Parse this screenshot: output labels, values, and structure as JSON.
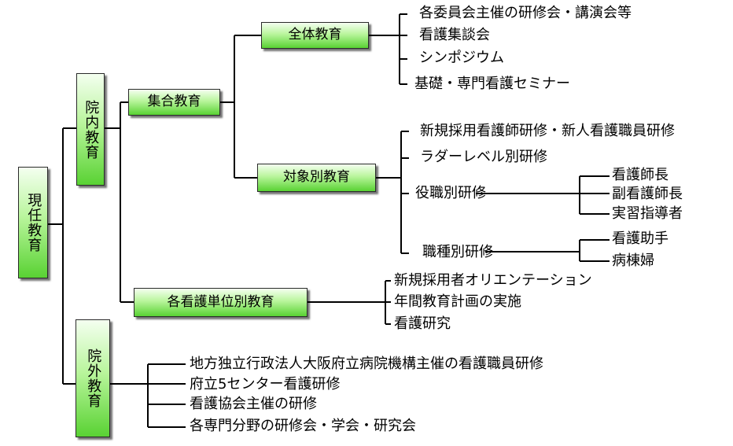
{
  "root": {
    "label": "現任教育"
  },
  "innai": {
    "label": "院内教育",
    "shugo": {
      "label": "集合教育",
      "zentai": {
        "label": "全体教育",
        "items": [
          "各委員会主催の研修会・講演会等",
          "看護集談会",
          "シンポジウム",
          "基礎・専門看護セミナー"
        ]
      },
      "taisho": {
        "label": "対象別教育",
        "items": [
          "新規採用看護師研修・新人看護職員研修",
          "ラダーレベル別研修"
        ],
        "yakushoku": {
          "label": "役職別研修",
          "items": [
            "看護師長",
            "副看護師長",
            "実習指導者"
          ]
        },
        "shokushu": {
          "label": "職種別研修",
          "items": [
            "看護助手",
            "病棟婦"
          ]
        }
      }
    },
    "tani": {
      "label": "各看護単位別教育",
      "items": [
        "新規採用者オリエンテーション",
        "年間教育計画の実施",
        "看護研究"
      ]
    }
  },
  "ingai": {
    "label": "院外教育",
    "items": [
      "地方独立行政法人大阪府立病院機構主催の看護職員研修",
      "府立5センター看護研修",
      "看護協会主催の研修",
      "各専門分野の研修会・学会・研究会"
    ]
  }
}
